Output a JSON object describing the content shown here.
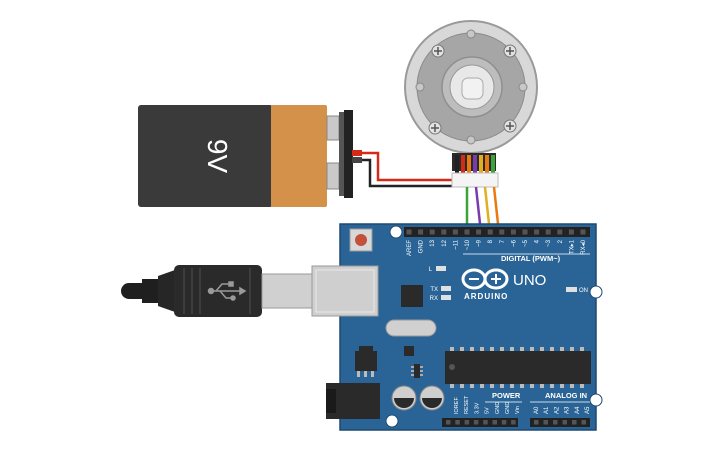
{
  "battery": {
    "label": "9V"
  },
  "arduino": {
    "brand": "ARDUINO",
    "model": "UNO",
    "digital_label": "DIGITAL (PWM~)",
    "power_label": "POWER",
    "analog_label": "ANALOG IN",
    "on_label": "ON",
    "led_l": "L",
    "led_tx": "TX",
    "led_rx": "RX",
    "digital_pins": [
      "AREF",
      "GND",
      "13",
      "12",
      "~11",
      "~10",
      "~9",
      "8",
      "7",
      "~6",
      "~5",
      "4",
      "~3",
      "2",
      "TX▸1",
      "RX◂0"
    ],
    "power_pins": [
      "IOREF",
      "RESET",
      "3.3V",
      "5V",
      "GND",
      "GND",
      "Vin"
    ],
    "analog_pins": [
      "A0",
      "A1",
      "A2",
      "A3",
      "A4",
      "A5"
    ]
  },
  "colors": {
    "board": "#2a6496",
    "battery_body": "#3a3a3a",
    "battery_cap": "#d4914a",
    "wire_red": "#d42a1a",
    "wire_black": "#222222",
    "wire_green": "#3aa33a",
    "wire_purple": "#7a3ab0",
    "wire_yellow": "#e0b020",
    "wire_orange": "#e87a10"
  }
}
